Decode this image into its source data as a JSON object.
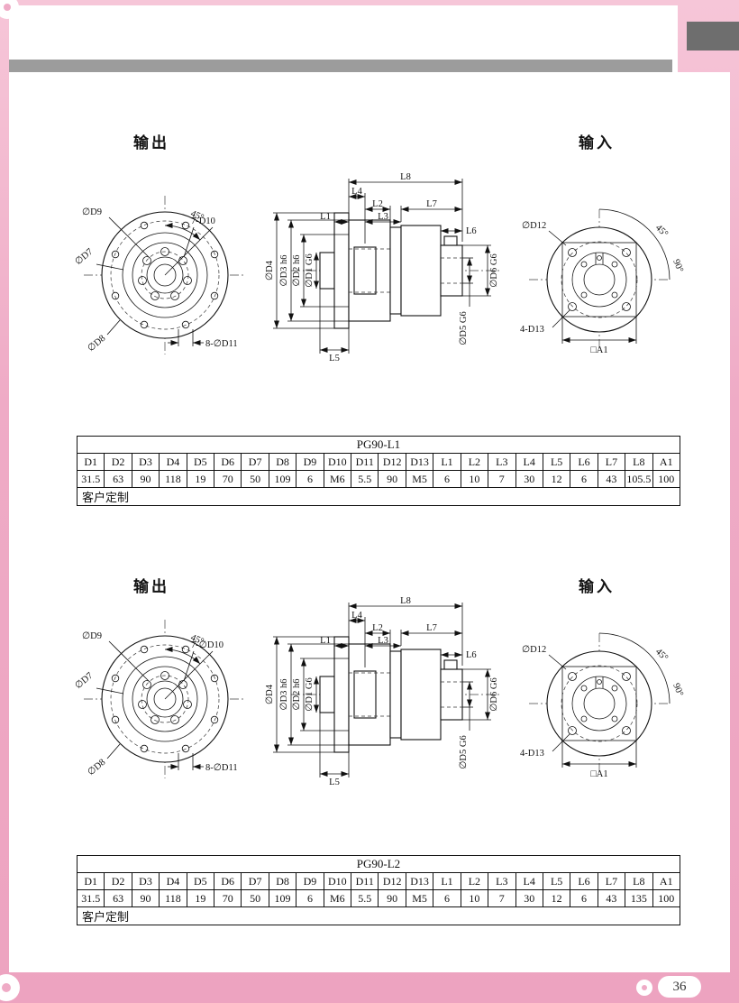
{
  "page": {
    "number": "36"
  },
  "sections": [
    {
      "output_title": "输出",
      "input_title": "输入",
      "front": {
        "d9": "∅D9",
        "angle": "45°",
        "holes_label": "7-D10",
        "d7": "∅D7",
        "d8": "∅D8",
        "holes8_label": "8-∅D11"
      },
      "side": {
        "l8": "L8",
        "l4": "L4",
        "l2": "L2",
        "l7": "L7",
        "l1": "L1",
        "l3": "L3",
        "l6": "L6",
        "d4": "∅D4",
        "d3": "∅D3 h6",
        "d2": "∅D2 h6",
        "d1": "∅D1 G6",
        "d6": "∅D6 G6",
        "d5": "∅D5 G6",
        "l5": "L5"
      },
      "rear": {
        "d12": "∅D12",
        "angle45": "45°",
        "angle90": "90°",
        "holes_label": "4-D13",
        "a1": "□A1"
      },
      "table": {
        "title": "PG90-L1",
        "headers": [
          "D1",
          "D2",
          "D3",
          "D4",
          "D5",
          "D6",
          "D7",
          "D8",
          "D9",
          "D10",
          "D11",
          "D12",
          "D13",
          "L1",
          "L2",
          "L3",
          "L4",
          "L5",
          "L6",
          "L7",
          "L8",
          "A1"
        ],
        "values": [
          "31.5",
          "63",
          "90",
          "118",
          "19",
          "70",
          "50",
          "109",
          "6",
          "M6",
          "5.5",
          "90",
          "M5",
          "6",
          "10",
          "7",
          "30",
          "12",
          "6",
          "43",
          "105.5",
          "100"
        ],
        "note": "客户定制"
      }
    },
    {
      "output_title": "输出",
      "input_title": "输入",
      "front": {
        "d9": "∅D9",
        "angle": "45°",
        "holes_label": "7-∅D10",
        "d7": "∅D7",
        "d8": "∅D8",
        "holes8_label": "8-∅D11"
      },
      "side": {
        "l8": "L8",
        "l4": "L4",
        "l2": "L2",
        "l7": "L7",
        "l1": "L1",
        "l3": "L3",
        "l6": "L6",
        "d4": "∅D4",
        "d3": "∅D3 h6",
        "d2": "∅D2 h6",
        "d1": "∅D1 G6",
        "d6": "∅D6 G6",
        "d5": "∅D5 G6",
        "l5": "L5"
      },
      "rear": {
        "d12": "∅D12",
        "angle45": "45°",
        "angle90": "90°",
        "holes_label": "4-D13",
        "a1": "□A1"
      },
      "table": {
        "title": "PG90-L2",
        "headers": [
          "D1",
          "D2",
          "D3",
          "D4",
          "D5",
          "D6",
          "D7",
          "D8",
          "D9",
          "D10",
          "D11",
          "D12",
          "D13",
          "L1",
          "L2",
          "L3",
          "L4",
          "L5",
          "L6",
          "L7",
          "L8",
          "A1"
        ],
        "values": [
          "31.5",
          "63",
          "90",
          "118",
          "19",
          "70",
          "50",
          "109",
          "6",
          "M6",
          "5.5",
          "90",
          "M5",
          "6",
          "10",
          "7",
          "30",
          "12",
          "6",
          "43",
          "135",
          "100"
        ],
        "note": "客户定制"
      }
    }
  ]
}
